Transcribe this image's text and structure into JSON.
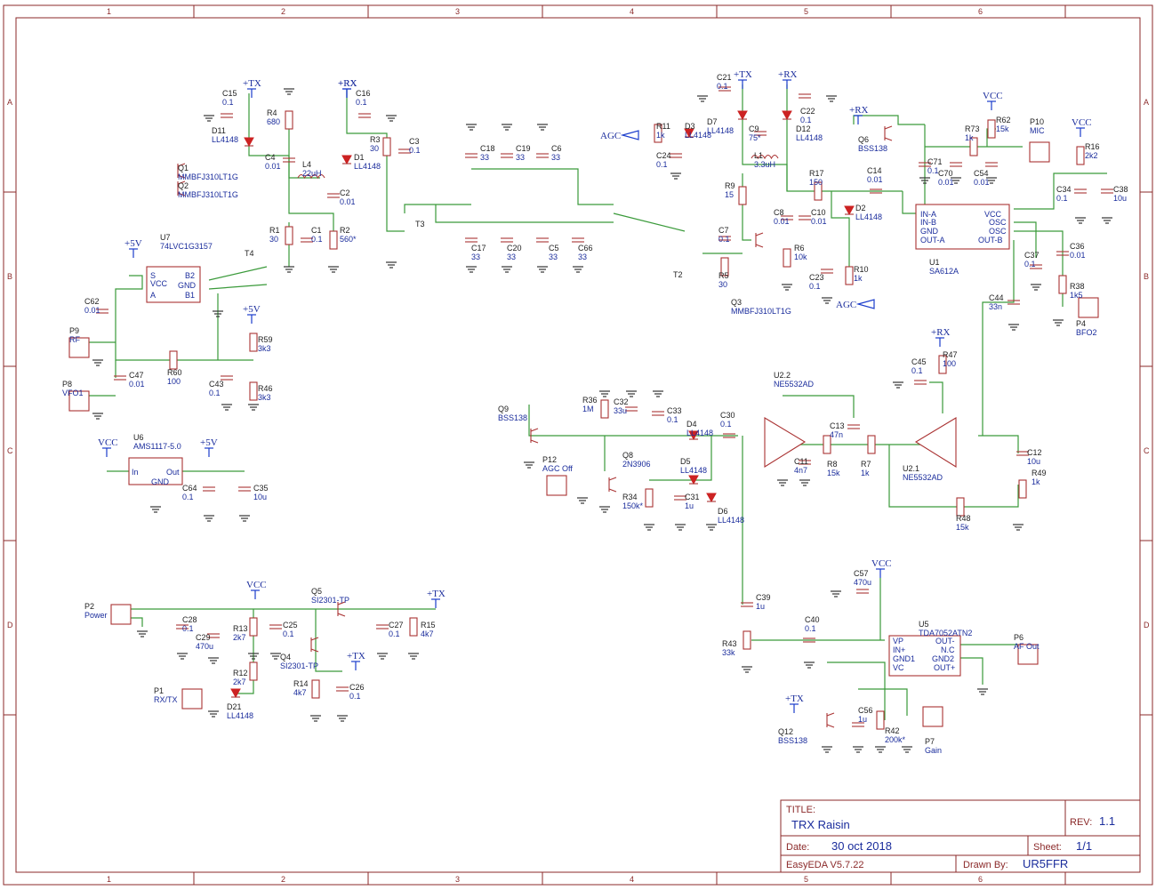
{
  "title_block": {
    "title_label": "TITLE:",
    "title": "TRX Raisin",
    "rev_label": "REV:",
    "rev": "1.1",
    "date_label": "Date:",
    "date": "30 oct 2018",
    "sheet_label": "Sheet:",
    "sheet": "1/1",
    "tool": "EasyEDA V5.7.22",
    "drawn_label": "Drawn By:",
    "drawn_by": "UR5FFR"
  },
  "rulers": {
    "columns": [
      "1",
      "2",
      "3",
      "4",
      "5",
      "6"
    ],
    "rows": [
      "A",
      "B",
      "C",
      "D"
    ]
  },
  "net_labels": {
    "tx": "+TX",
    "rx": "+RX",
    "vcc": "VCC",
    "v5": "+5V",
    "agc": "AGC"
  },
  "components": [
    {
      "ref": "C15",
      "value": "0.1"
    },
    {
      "ref": "D11",
      "value": "LL4148"
    },
    {
      "ref": "R4",
      "value": "680"
    },
    {
      "ref": "C4",
      "value": "0.01"
    },
    {
      "ref": "L4",
      "value": "22uH"
    },
    {
      "ref": "D1",
      "value": "LL4148"
    },
    {
      "ref": "C16",
      "value": "0.1"
    },
    {
      "ref": "R3",
      "value": "30"
    },
    {
      "ref": "C3",
      "value": "0.1"
    },
    {
      "ref": "C2",
      "value": "0.01"
    },
    {
      "ref": "Q1",
      "value": "MMBFJ310LT1G"
    },
    {
      "ref": "Q2",
      "value": "MMBFJ310LT1G"
    },
    {
      "ref": "R1",
      "value": "30"
    },
    {
      "ref": "C1",
      "value": "0.1"
    },
    {
      "ref": "R2",
      "value": "560*"
    },
    {
      "ref": "U7",
      "value": "74LVC1G3157"
    },
    {
      "ref": "T4",
      "value": ""
    },
    {
      "ref": "T3",
      "value": ""
    },
    {
      "ref": "C62",
      "value": "0.01"
    },
    {
      "ref": "P9",
      "value": "RF"
    },
    {
      "ref": "P8",
      "value": "VFO1"
    },
    {
      "ref": "R60",
      "value": "100"
    },
    {
      "ref": "C47",
      "value": "0.01"
    },
    {
      "ref": "C43",
      "value": "0.1"
    },
    {
      "ref": "R59",
      "value": "3k3"
    },
    {
      "ref": "R46",
      "value": "3k3"
    },
    {
      "ref": "C18",
      "value": "33"
    },
    {
      "ref": "C19",
      "value": "33"
    },
    {
      "ref": "C6",
      "value": "33"
    },
    {
      "ref": "C17",
      "value": "33"
    },
    {
      "ref": "C20",
      "value": "33"
    },
    {
      "ref": "C5",
      "value": "33"
    },
    {
      "ref": "C66",
      "value": "33"
    },
    {
      "ref": "R11",
      "value": "1k"
    },
    {
      "ref": "D3",
      "value": "LL4148"
    },
    {
      "ref": "C24",
      "value": "0.1"
    },
    {
      "ref": "C21",
      "value": "0.1"
    },
    {
      "ref": "D7",
      "value": "LL4148"
    },
    {
      "ref": "D12",
      "value": "LL4148"
    },
    {
      "ref": "C22",
      "value": "0.1"
    },
    {
      "ref": "C9",
      "value": "75*"
    },
    {
      "ref": "L1",
      "value": "3.3uH"
    },
    {
      "ref": "R9",
      "value": "15"
    },
    {
      "ref": "C7",
      "value": "0.1"
    },
    {
      "ref": "R5",
      "value": "30"
    },
    {
      "ref": "T2",
      "value": ""
    },
    {
      "ref": "Q3",
      "value": "MMBFJ310LT1G"
    },
    {
      "ref": "C8",
      "value": "0.01"
    },
    {
      "ref": "C10",
      "value": "0.01"
    },
    {
      "ref": "R6",
      "value": "10k"
    },
    {
      "ref": "R17",
      "value": "150"
    },
    {
      "ref": "C14",
      "value": "0.01"
    },
    {
      "ref": "D2",
      "value": "LL4148"
    },
    {
      "ref": "C23",
      "value": "0.1"
    },
    {
      "ref": "R10",
      "value": "1k"
    },
    {
      "ref": "Q6",
      "value": "BSS138"
    },
    {
      "ref": "R73",
      "value": "1k"
    },
    {
      "ref": "R62",
      "value": "15k"
    },
    {
      "ref": "C71",
      "value": "0.1"
    },
    {
      "ref": "C70",
      "value": "0.01"
    },
    {
      "ref": "C54",
      "value": "0.01"
    },
    {
      "ref": "P10",
      "value": "MIC"
    },
    {
      "ref": "R16",
      "value": "2k2"
    },
    {
      "ref": "C34",
      "value": "0.1"
    },
    {
      "ref": "C38",
      "value": "10u"
    },
    {
      "ref": "U1",
      "value": "SA612A"
    },
    {
      "ref": "C37",
      "value": "0.1"
    },
    {
      "ref": "C36",
      "value": "0.01"
    },
    {
      "ref": "R38",
      "value": "1k5"
    },
    {
      "ref": "C44",
      "value": "33n"
    },
    {
      "ref": "P4",
      "value": "BFO2"
    },
    {
      "ref": "U6",
      "value": "AMS1117-5.0"
    },
    {
      "ref": "C64",
      "value": "0.1"
    },
    {
      "ref": "C35",
      "value": "10u"
    },
    {
      "ref": "Q9",
      "value": "BSS138"
    },
    {
      "ref": "R36",
      "value": "1M"
    },
    {
      "ref": "C32",
      "value": "33u"
    },
    {
      "ref": "C33",
      "value": "0.1"
    },
    {
      "ref": "D4",
      "value": "LL4148"
    },
    {
      "ref": "C30",
      "value": "0.1"
    },
    {
      "ref": "P12",
      "value": "AGC Off"
    },
    {
      "ref": "Q8",
      "value": "2N3906"
    },
    {
      "ref": "D5",
      "value": "LL4148"
    },
    {
      "ref": "R34",
      "value": "150k*"
    },
    {
      "ref": "C31",
      "value": "1u"
    },
    {
      "ref": "D6",
      "value": "LL4148"
    },
    {
      "ref": "U2.2",
      "value": "NE5532AD"
    },
    {
      "ref": "C13",
      "value": "47n"
    },
    {
      "ref": "C11",
      "value": "4n7"
    },
    {
      "ref": "R8",
      "value": "15k"
    },
    {
      "ref": "R7",
      "value": "1k"
    },
    {
      "ref": "U2.1",
      "value": "NE5532AD"
    },
    {
      "ref": "C45",
      "value": "0.1"
    },
    {
      "ref": "R47",
      "value": "100"
    },
    {
      "ref": "C12",
      "value": "10u"
    },
    {
      "ref": "R49",
      "value": "1k"
    },
    {
      "ref": "R48",
      "value": "15k"
    },
    {
      "ref": "P2",
      "value": "Power"
    },
    {
      "ref": "C28",
      "value": "0.1"
    },
    {
      "ref": "C29",
      "value": "470u"
    },
    {
      "ref": "R13",
      "value": "2k7"
    },
    {
      "ref": "C25",
      "value": "0.1"
    },
    {
      "ref": "Q5",
      "value": "SI2301-TP"
    },
    {
      "ref": "Q4",
      "value": "SI2301-TP"
    },
    {
      "ref": "R12",
      "value": "2k7"
    },
    {
      "ref": "C27",
      "value": "0.1"
    },
    {
      "ref": "R15",
      "value": "4k7"
    },
    {
      "ref": "R14",
      "value": "4k7"
    },
    {
      "ref": "C26",
      "value": "0.1"
    },
    {
      "ref": "P1",
      "value": "RX/TX"
    },
    {
      "ref": "D21",
      "value": "LL4148"
    },
    {
      "ref": "C39",
      "value": "1u"
    },
    {
      "ref": "R43",
      "value": "33k"
    },
    {
      "ref": "C57",
      "value": "470u"
    },
    {
      "ref": "C40",
      "value": "0.1"
    },
    {
      "ref": "U5",
      "value": "TDA7052ATN2"
    },
    {
      "ref": "P6",
      "value": "AF Out"
    },
    {
      "ref": "Q12",
      "value": "BSS138"
    },
    {
      "ref": "C56",
      "value": "1u"
    },
    {
      "ref": "R42",
      "value": "200k*"
    },
    {
      "ref": "P7",
      "value": "Gain"
    }
  ],
  "ic_pins": {
    "U7": [
      "S",
      "VCC",
      "A",
      "B2",
      "GND",
      "B1"
    ],
    "U1": [
      "IN-A",
      "IN-B",
      "GND",
      "OUT-A",
      "VCC",
      "OSC",
      "OSC",
      "OUT-B"
    ],
    "U6": [
      "In",
      "GND",
      "Out"
    ],
    "U5": [
      "VP",
      "IN+",
      "GND1",
      "VC",
      "OUT-",
      "N.C",
      "GND2",
      "OUT+"
    ]
  },
  "colors": {
    "frame": "#8b2a2a",
    "wire": "#3a9a3a",
    "part": "#aa3333",
    "label": "#1a2c9c",
    "power": "#1a3ccc"
  }
}
